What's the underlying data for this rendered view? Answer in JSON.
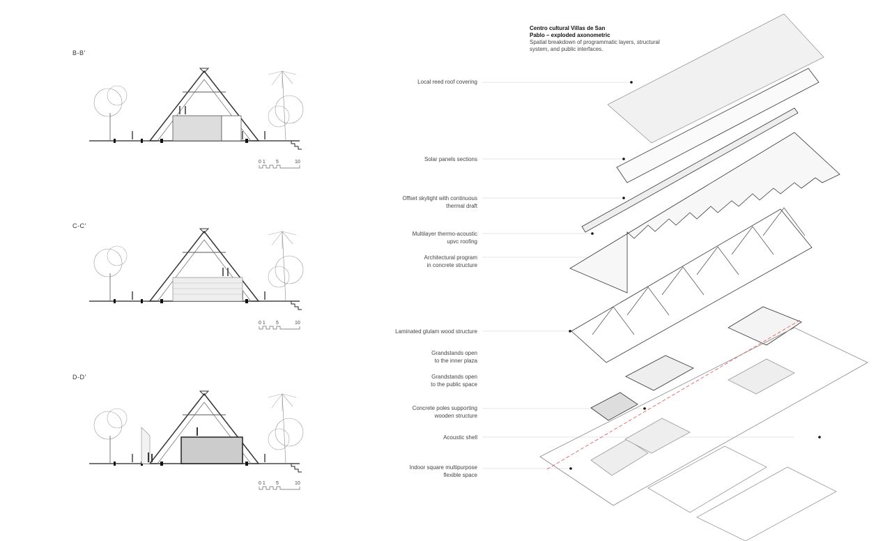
{
  "sections": [
    {
      "title": "B-B′",
      "scale_labels": [
        "0 1",
        "5",
        "10"
      ]
    },
    {
      "title": "C-C′",
      "scale_labels": [
        "0 1",
        "5",
        "10"
      ]
    },
    {
      "title": "D-D′",
      "scale_labels": [
        "0 1",
        "5",
        "10"
      ]
    }
  ],
  "axonometric": {
    "title_line1": "Centro cultural Villas de San",
    "title_line2": "Pablo – exploded axonometric",
    "subtitle": "Spatial breakdown of programmatic layers, structural system, and public interfaces.",
    "labels": [
      [
        "Local reed roof covering"
      ],
      [
        "Solar panels sections"
      ],
      [
        "Offset skylight with continuous",
        "thermal draft"
      ],
      [
        "Multilayer thermo-acoustic",
        "upvc roofing"
      ],
      [
        "Architectural program",
        "in concrete structure"
      ],
      [
        "Laminated glulam wood structure"
      ],
      [
        "Grandstands open",
        "to the inner plaza"
      ],
      [
        "Grandstands open",
        "to the public space"
      ],
      [
        "Concrete poles supporting",
        "wooden structure"
      ],
      [
        "Acoustic shell"
      ],
      [
        "Indoor square multipurpose",
        "flexible space"
      ]
    ]
  },
  "colors": {
    "line": "#333333",
    "leader": "#cccccc",
    "accent": "#e05050"
  }
}
